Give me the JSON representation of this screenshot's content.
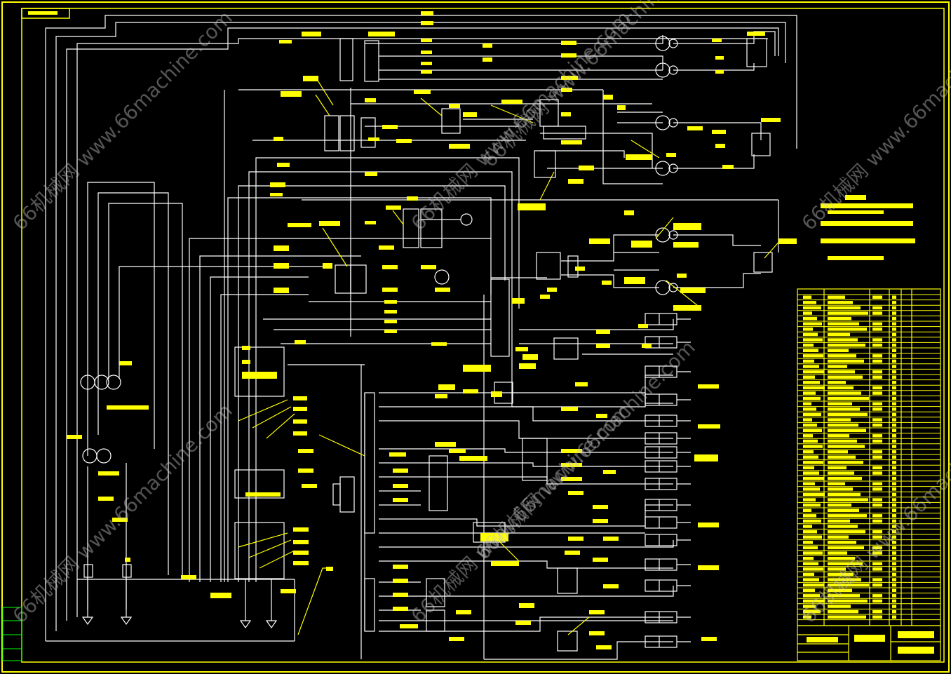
{
  "watermarks": [
    "66机械网 www.66machine.com",
    "66机械网 www.66machine.com",
    "66机械网 www.66machine.com",
    "66机械网 www.66machine.com",
    "66机械网 www.66machine.com",
    "66机械网 www.66machine.com",
    "66机械网 www.66machine.com",
    "66机械网 www.66machine.com"
  ],
  "colors": {
    "background": "#000000",
    "frame": "#ffff00",
    "wiring": "#ffffff",
    "labels": "#ffff00",
    "accent": "#00ff00"
  }
}
